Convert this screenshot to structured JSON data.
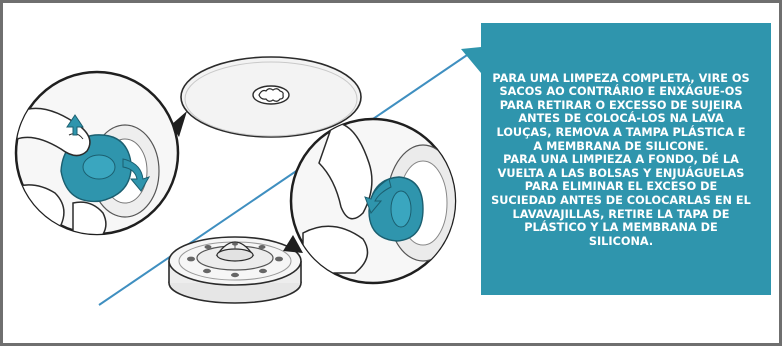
{
  "colors": {
    "accent": "#2f95ad",
    "frame": "#6f6f6f",
    "outline": "#2b2b2b",
    "diagonal": "#3f8fc0",
    "background": "#ffffff"
  },
  "instructions": {
    "portuguese": "Para uma limpeza completa, vire os sacos ao contrário e enxágue-os para retirar o excesso de sujeira antes de colocá-los na lava louças, remova a tampa plástica e a membrana de silicone.",
    "spanish": "Para una limpieza a fondo, dé la vuelta a las bolsas y enjuáguelas para eliminar el exceso de suciedad antes de colocarlas en el lavavajillas, retire la tapa de plástico y la membrana de silicona."
  },
  "illustrations": {
    "top_left_step": {
      "depicts": "hand-removing-membrane",
      "arrows": 2
    },
    "bottom_right_step": {
      "depicts": "finger-pulling-cap",
      "arrows": 1
    },
    "parts": [
      "silicone-membrane",
      "plastic-cap"
    ]
  }
}
